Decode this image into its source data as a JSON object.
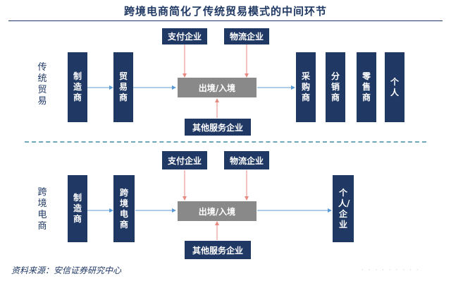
{
  "title": "跨境电商简化了传统贸易模式的中间环节",
  "traditional": {
    "label": "传统贸易",
    "manufacturer": "制造商",
    "trader": "贸易商",
    "payment": "支付企业",
    "logistics": "物流企业",
    "customs": "出境/入境",
    "other_services": "其他服务企业",
    "purchaser": "采购商",
    "distributor": "分销商",
    "retailer": "零售商",
    "individual": "个人"
  },
  "crossborder": {
    "label": "跨境电商",
    "manufacturer": "制造商",
    "platform": "跨境电商",
    "payment": "支付企业",
    "logistics": "物流企业",
    "customs": "出境/入境",
    "other_services": "其他服务企业",
    "customer": "个人/企业"
  },
  "source": "资料来源：安信证券研究中心",
  "colors": {
    "box": "#1f3864",
    "gateway": "#898989",
    "arrow_h": "#5b9bd5",
    "arrow_v": "#f4a9a0",
    "divider": "#6fa8b8"
  }
}
